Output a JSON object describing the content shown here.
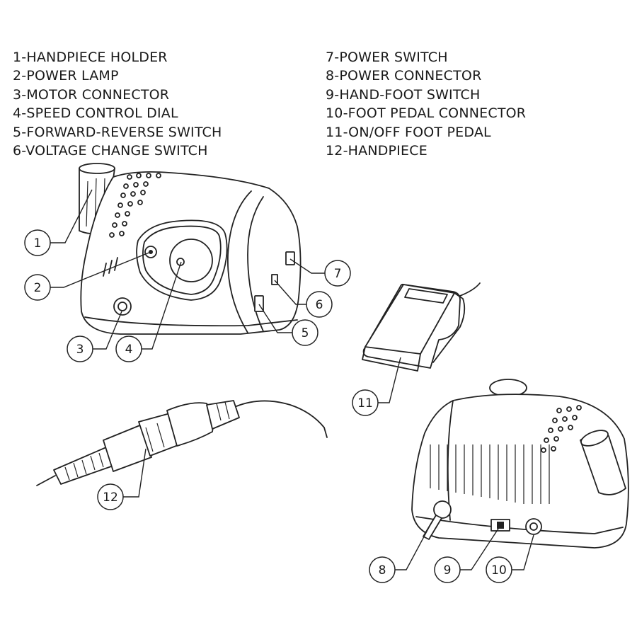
{
  "legend": {
    "left": [
      "1-HANDPIECE HOLDER",
      "2-POWER LAMP",
      "3-MOTOR CONNECTOR",
      "4-SPEED CONTROL DIAL",
      "5-FORWARD-REVERSE SWITCH",
      "6-VOLTAGE CHANGE SWITCH"
    ],
    "right": [
      "7-POWER SWITCH",
      "8-POWER CONNECTOR",
      "9-HAND-FOOT SWITCH",
      "10-FOOT PEDAL CONNECTOR",
      "11-ON/OFF FOOT PEDAL",
      "12-HANDPIECE"
    ]
  },
  "callouts": [
    "1",
    "2",
    "3",
    "4",
    "5",
    "6",
    "7",
    "8",
    "9",
    "10",
    "11",
    "12"
  ]
}
